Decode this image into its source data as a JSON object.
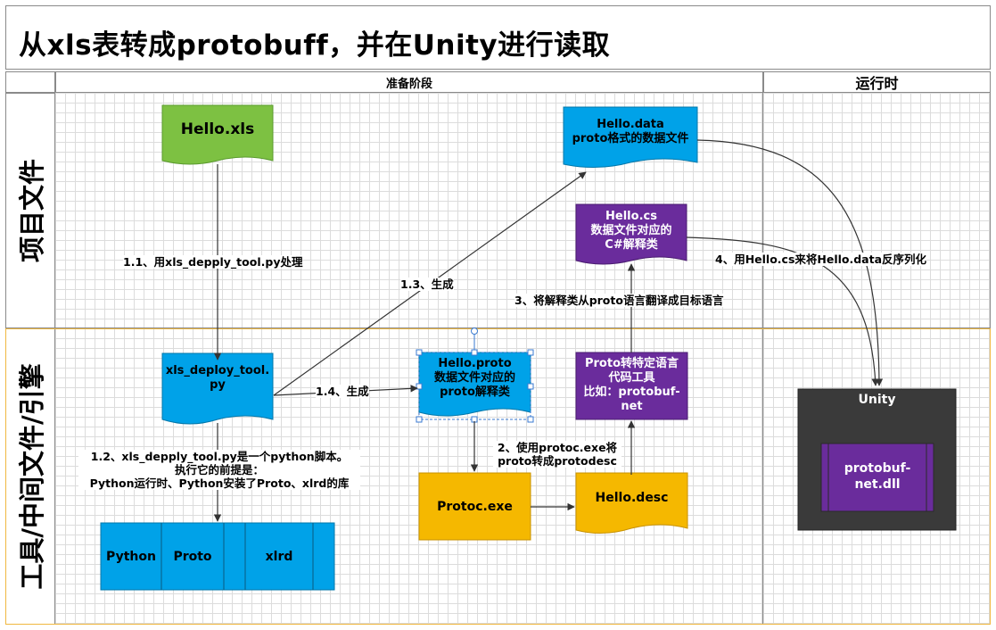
{
  "title": "从xls表转成protobuff，并在Unity进行读取",
  "columns": {
    "prep": "准备阶段",
    "runtime": "运行时"
  },
  "lanes": {
    "project_files": "项目文件",
    "tools": "工具/中间文件/引擎"
  },
  "nodes": {
    "hello_xls": "Hello.xls",
    "hello_data_line1": "Hello.data",
    "hello_data_line2": "proto格式的数据文件",
    "hello_cs_line1": "Hello.cs",
    "hello_cs_line2": "数据文件对应的",
    "hello_cs_line3": "C#解释类",
    "deploy_tool_line1": "xls_deploy_tool.",
    "deploy_tool_line2": "py",
    "hello_proto_line1": "Hello.proto",
    "hello_proto_line2": "数据文件对应的",
    "hello_proto_line3": "proto解释类",
    "proto_tool_line1": "Proto转特定语言",
    "proto_tool_line2": "代码工具",
    "proto_tool_line3": "比如：protobuf-",
    "proto_tool_line4": "net",
    "protoc_exe": "Protoc.exe",
    "hello_desc": "Hello.desc",
    "unity": "Unity",
    "protobuf_dll_line1": "protobuf-",
    "protobuf_dll_line2": "net.dll",
    "libs": [
      "Python",
      "Proto",
      "",
      "xlrd",
      ""
    ]
  },
  "edges": {
    "e1_1": "1.1、用xls_depply_tool.py处理",
    "e1_2_line1": "1.2、xls_depply_tool.py是一个python脚本。",
    "e1_2_line2": "执行它的前提是：",
    "e1_2_line3": "Python运行时、Python安装了Proto、xlrd的库",
    "e1_3": "1.3、生成",
    "e1_4": "1.4、生成",
    "e2_line1": "2、使用protoc.exe将",
    "e2_line2": "proto转成protodesc",
    "e3": "3、将解释类从proto语言翻译成目标语言",
    "e4": "4、用Hello.cs来将Hello.data反序列化"
  },
  "colors": {
    "green": "#7dc142",
    "blue": "#00a2e8",
    "purple": "#6a2c9c",
    "orange": "#f5b800",
    "unity_bg": "#3a3a3a",
    "lane_highlight": "#f0b840"
  }
}
